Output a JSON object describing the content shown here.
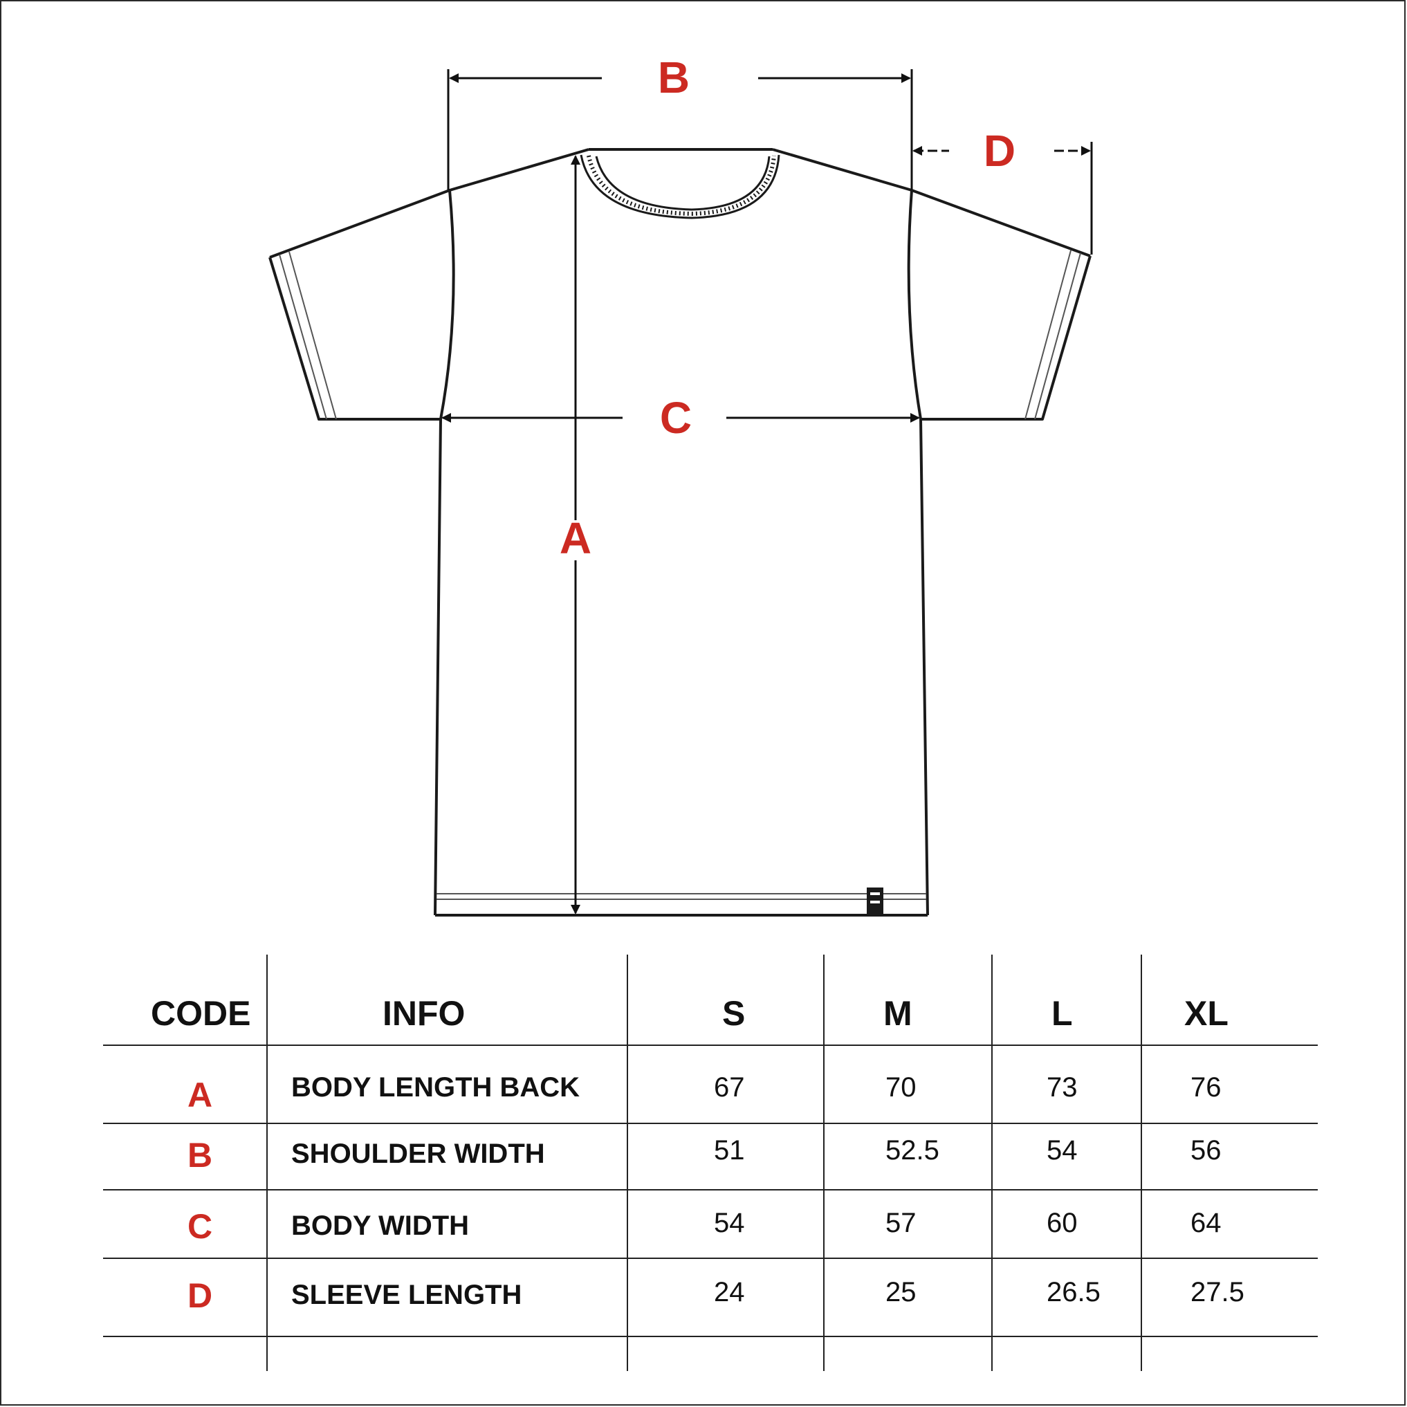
{
  "colors": {
    "accent": "#cc2a22",
    "ink": "#111111"
  },
  "dimensions": {
    "a": "A",
    "b": "B",
    "c": "C",
    "d": "D"
  },
  "table": {
    "headers": [
      "CODE",
      "INFO",
      "S",
      "M",
      "L",
      "XL"
    ],
    "rows": [
      {
        "code": "A",
        "info": "BODY LENGTH BACK",
        "s": "67",
        "m": "70",
        "l": "73",
        "xl": "76"
      },
      {
        "code": "B",
        "info": "SHOULDER WIDTH",
        "s": "51",
        "m": "52.5",
        "l": "54",
        "xl": "56"
      },
      {
        "code": "C",
        "info": "BODY WIDTH",
        "s": "54",
        "m": "57",
        "l": "60",
        "xl": "64"
      },
      {
        "code": "D",
        "info": "SLEEVE LENGTH",
        "s": "24",
        "m": "25",
        "l": "26.5",
        "xl": "27.5"
      }
    ]
  }
}
